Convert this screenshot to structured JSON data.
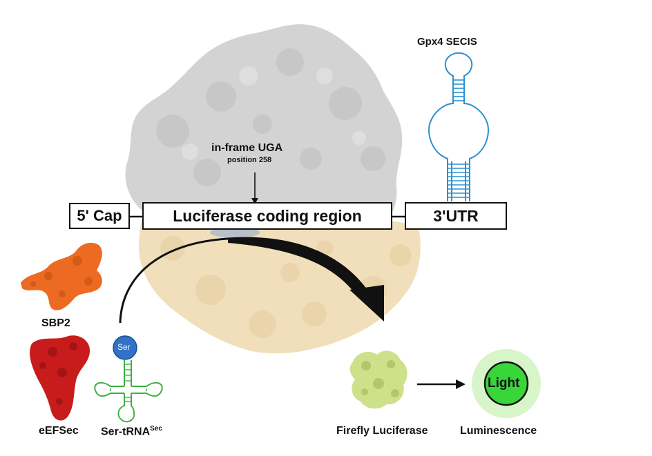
{
  "mrna": {
    "cap_label": "5' Cap",
    "coding_label": "Luciferase coding region",
    "utr_label": "3'UTR"
  },
  "secis_label": "Gpx4 SECIS",
  "uga": {
    "title": "in-frame UGA",
    "subtitle": "position 258"
  },
  "factors": {
    "sbp2_label": "SBP2",
    "eefsec_label": "eEFSec",
    "trna_label": "Ser-tRNA",
    "trna_superscript": "Sec",
    "ser_label": "Ser"
  },
  "products": {
    "luciferase_label": "Firefly Luciferase",
    "luminescence_label": "Luminescence",
    "light_label": "Light"
  },
  "colors": {
    "ribosome_small": "#d3d3d3",
    "ribosome_large": "#f1dfbb",
    "secis": "#2b90d0",
    "sbp2": "#ec6a22",
    "eefsec": "#c81c1c",
    "trna": "#3cb043",
    "ser_ball": "#2f72c7",
    "luciferase": "#cfe08a",
    "light_core": "#39d63a",
    "light_glow": "#d7f5c8"
  },
  "icons": [
    "ribosome-illustration",
    "secis-hairpin-icon",
    "trna-cloverleaf-icon",
    "sbp2-protein-icon",
    "eefsec-protein-icon",
    "luciferase-protein-icon",
    "light-glow-icon"
  ]
}
